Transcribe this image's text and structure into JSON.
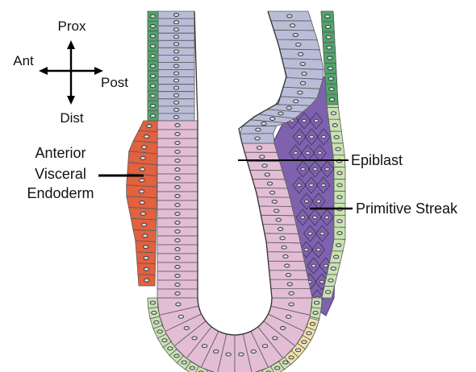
{
  "axes": {
    "prox": "Prox",
    "dist": "Dist",
    "ant": "Ant",
    "post": "Post"
  },
  "labels": {
    "ave_line1": "Anterior",
    "ave_line2": "Visceral",
    "ave_line3": "Endoderm",
    "epiblast": "Epiblast",
    "primitive_streak": "Primitive Streak"
  },
  "colors": {
    "extraembryonic_ectoderm": "#b9bdd8",
    "epiblast": "#e3bdd6",
    "visceral_endoderm_embryonic": "#c8e3b0",
    "visceral_endoderm_extraembryonic": "#4fa56a",
    "anterior_visceral_endoderm": "#e2613f",
    "primitive_streak": "#7f62ad",
    "posterior_tip": "#f2e3a6"
  }
}
